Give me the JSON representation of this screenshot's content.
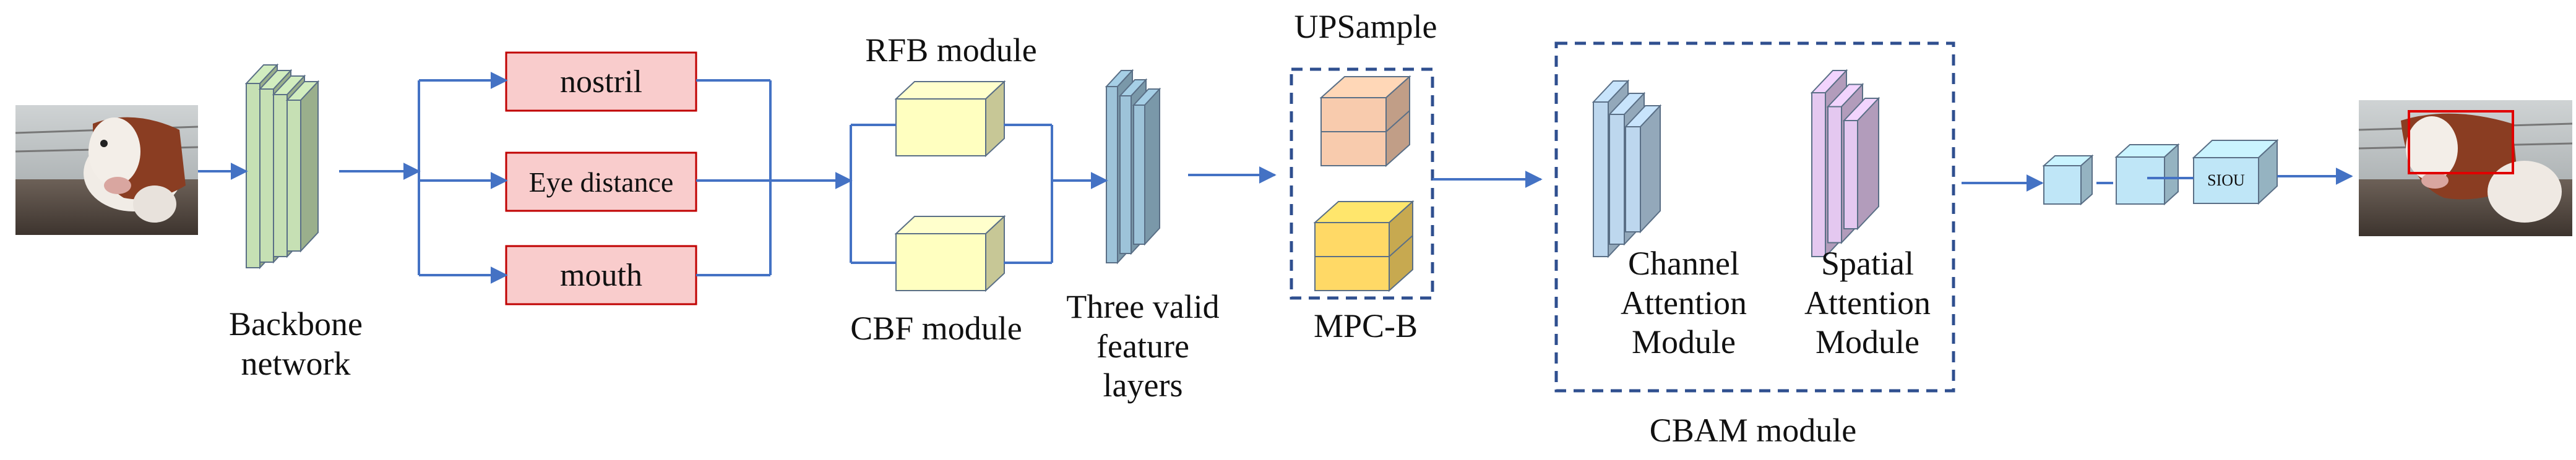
{
  "colors": {
    "line": "#4472C4",
    "dash": "#2F4F8F",
    "pink_fill": "#F9CCCC",
    "pink_stroke": "#C00000",
    "green": "#C6E0B4",
    "steel": "#9DC3D9",
    "yellow": "#FFFFC0",
    "orange": "#F8CBAD",
    "gold": "#FFD966",
    "light_blue": "#BDD7EE",
    "violet": "#E4C8F0",
    "cyan": "#BFE6F7"
  },
  "labels": {
    "backbone": "Backbone\nnetwork",
    "nostril": "nostril",
    "eye_distance": "Eye distance",
    "mouth": "mouth",
    "rfb": "RFB module",
    "cbf": "CBF module",
    "three_valid": "Three valid\nfeature\nlayers",
    "upsample": "UPSample",
    "mpc_b": "MPC-B",
    "channel_attention": "Channel\nAttention\nModule",
    "spatial_attention": "Spatial\nAttention\nModule",
    "cbam": "CBAM module",
    "siou": "SIOU"
  }
}
